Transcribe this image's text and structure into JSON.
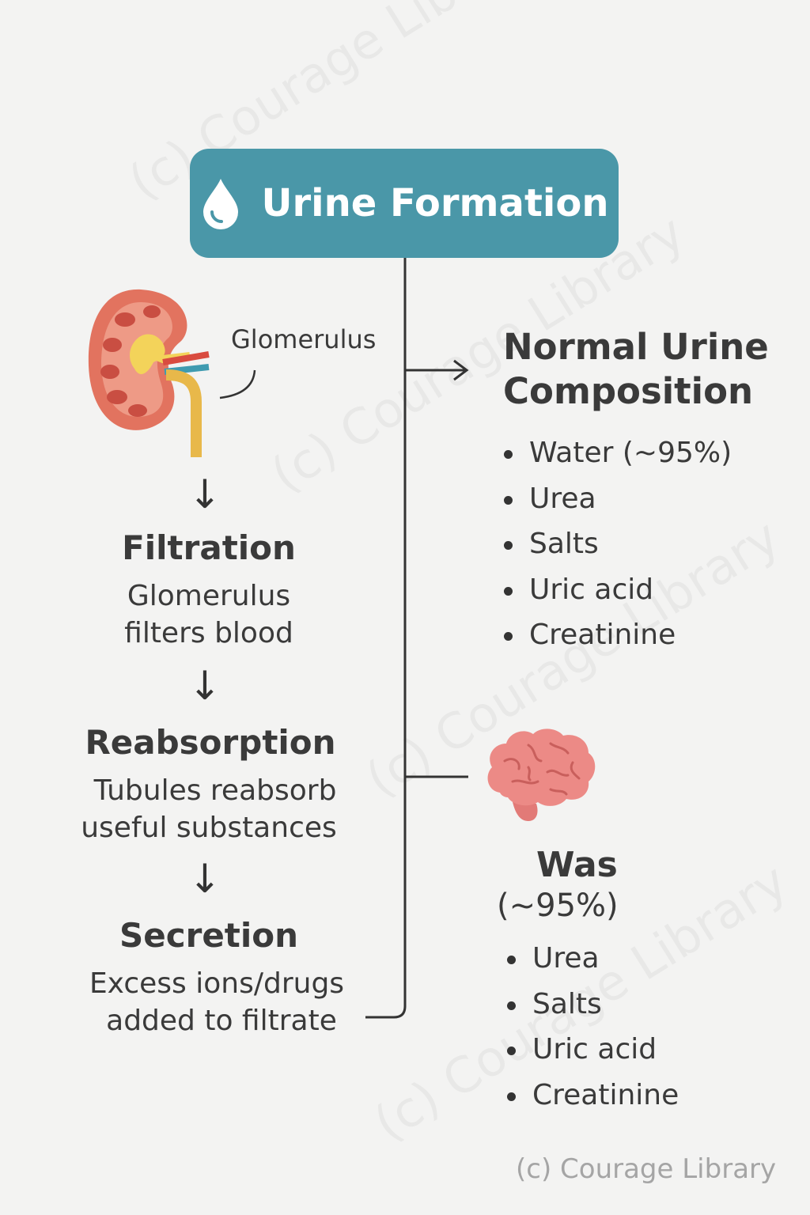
{
  "header": {
    "title": "Urine Formation",
    "icon": "water-drop-icon"
  },
  "kidney_label": "Glomerulus",
  "steps": [
    {
      "title": "Filtration",
      "desc_line1": "Glomerulus",
      "desc_line2": "filters blood"
    },
    {
      "title": "Reabsorption",
      "desc_line1": "Tubules reabsorb",
      "desc_line2": "useful substances"
    },
    {
      "title": "Secretion",
      "desc_line1": "Excess ions/drugs",
      "desc_line2": "added to filtrate"
    }
  ],
  "composition": {
    "heading_line1": "Normal Urine",
    "heading_line2": "Composition",
    "items": [
      "Water (~95%)",
      "Urea",
      "Salts",
      "Uric acid",
      "Creatinine"
    ]
  },
  "waste": {
    "heading": "Was",
    "subheading": "(~95%)",
    "icon": "brain-icon",
    "items": [
      "Urea",
      "Salts",
      "Uric acid",
      "Creatinine"
    ]
  },
  "watermark": "(c) Courage Library",
  "footer": "(c) Courage Library",
  "colors": {
    "header_bg": "#4a97a8",
    "kidney": "#e2735f",
    "kidney_inner": "#f3d35a",
    "artery": "#d94b3f",
    "vein": "#3f9bb0",
    "ureter": "#e8b84a",
    "brain": "#ec8a86"
  }
}
